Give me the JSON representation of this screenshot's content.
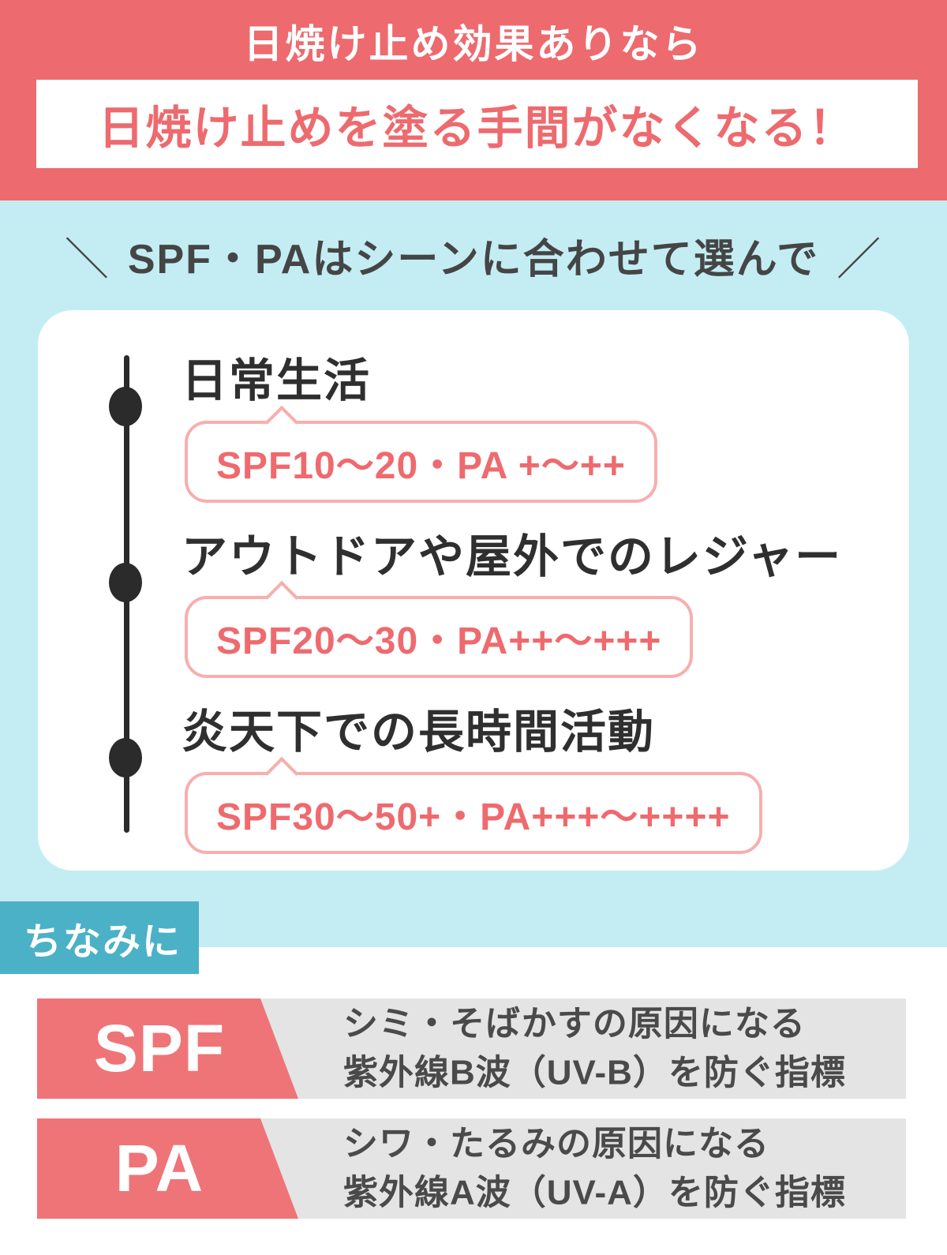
{
  "header": {
    "top_label": "日焼け止め効果ありなら",
    "headline": "日焼け止めを塗る手間がなくなる！"
  },
  "scene_section": {
    "left_slash": "＼",
    "title": "SPF・PAはシーンに合わせて選んで",
    "right_slash": "／",
    "items": [
      {
        "label": "日常生活",
        "value": "SPF10〜20・PA +〜++"
      },
      {
        "label": "アウトドアや屋外でのレジャー",
        "value": "SPF20〜30・PA++〜+++"
      },
      {
        "label": "炎天下での長時間活動",
        "value": "SPF30〜50+・PA+++〜++++"
      }
    ]
  },
  "note_section": {
    "tag": "ちなみに",
    "rows": [
      {
        "term": "SPF",
        "line1": "シミ・そばかすの原因になる",
        "line2": "紫外線B波（UV-B）を防ぐ指標"
      },
      {
        "term": "PA",
        "line1": "シワ・たるみの原因になる",
        "line2": "紫外線A波（UV-A）を防ぐ指標"
      }
    ]
  },
  "colors": {
    "coral_red": "#ed6a6e",
    "light_blue": "#c3edf3",
    "tag_blue": "#4bb1c7",
    "bubble_border_pink": "#f8aeae",
    "panel_gray": "#e4e4e4",
    "dark_text": "#2f2f2f",
    "timeline_black": "#2b2b2b"
  }
}
